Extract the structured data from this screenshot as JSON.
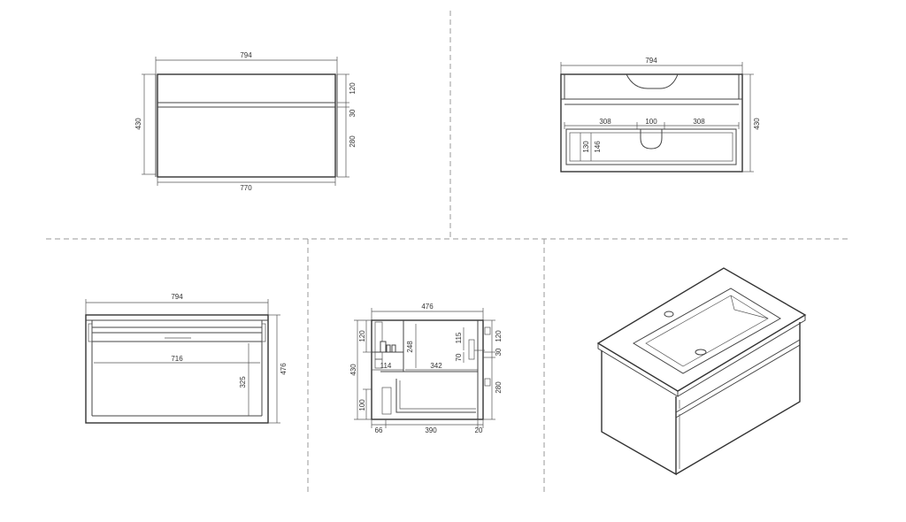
{
  "views": {
    "front": {
      "width_top": "794",
      "height_total": "430",
      "top_band": "120",
      "gap": "30",
      "drawer": "280",
      "width_bottom": "770"
    },
    "rear": {
      "width_top": "794",
      "height_total": "430",
      "left_span": "308",
      "mid_span": "100",
      "right_span": "308",
      "h_small_1": "130",
      "h_small_2": "146"
    },
    "top": {
      "width_top": "794",
      "inner_width": "716",
      "inner_depth": "325",
      "depth_total": "476"
    },
    "side": {
      "depth_top": "476",
      "h_total": "430",
      "top_band": "120",
      "v_248": "248",
      "v_115": "115",
      "v_70": "70",
      "right_120": "120",
      "right_30": "30",
      "right_280": "280",
      "h_114": "114",
      "h_342": "342",
      "v_100": "100",
      "b_66": "66",
      "b_390": "390",
      "b_20": "20"
    }
  }
}
